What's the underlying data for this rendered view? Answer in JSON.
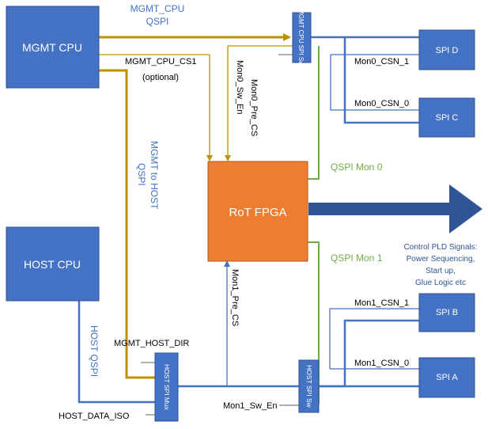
{
  "blocks": {
    "mgmt_cpu": "MGMT CPU",
    "host_cpu": "HOST CPU",
    "rot_fpga": "RoT FPGA",
    "spi_d": "SPI D",
    "spi_c": "SPI C",
    "spi_b": "SPI B",
    "spi_a": "SPI A",
    "mgmt_cpu_spi_sw": "MGMT CPU SPI Sw",
    "host_spi_mux": "HOST SPI Mux",
    "host_spi_sw": "HOST SPI Sw"
  },
  "labels": {
    "mgmt_cpu_qspi_1": "MGMT_CPU",
    "mgmt_cpu_qspi_2": "QSPI",
    "mgmt_cpu_cs1": "MGMT_CPU_CS1",
    "optional": "(optional)",
    "mon0_sw_en": "Mon0_Sw_En",
    "mon0_pre_cs": "Mon0_Pre_CS",
    "mon0_csn_1": "Mon0_CSN_1",
    "mon0_csn_0": "Mon0_CSN_0",
    "mgmt_to_host_1": "MGMT to HOST",
    "mgmt_to_host_2": "QSPI",
    "qspi_mon0": "QSPI Mon 0",
    "qspi_mon1": "QSPI Mon 1",
    "control_1": "Control PLD Signals:",
    "control_2": "Power Sequencing,",
    "control_3": "Start up,",
    "control_4": "Glue Logic etc",
    "mon1_pre_cs": "Mon1_Pre_CS",
    "mon1_csn_1": "Mon1_CSN_1",
    "mon1_csn_0": "Mon1_CSN_0",
    "host_qspi": "HOST QSPI",
    "mgmt_host_dir": "MGMT_HOST_DIR",
    "host_data_iso": "HOST_DATA_ISO",
    "mon1_sw_en": "Mon1_Sw_En"
  },
  "colors": {
    "block": "#4472c4",
    "fpga": "#ed7d31",
    "gold_line": "#bf9000",
    "blue_line": "#4472c4",
    "green_line": "#70ad47",
    "arrow": "#2f5597"
  }
}
